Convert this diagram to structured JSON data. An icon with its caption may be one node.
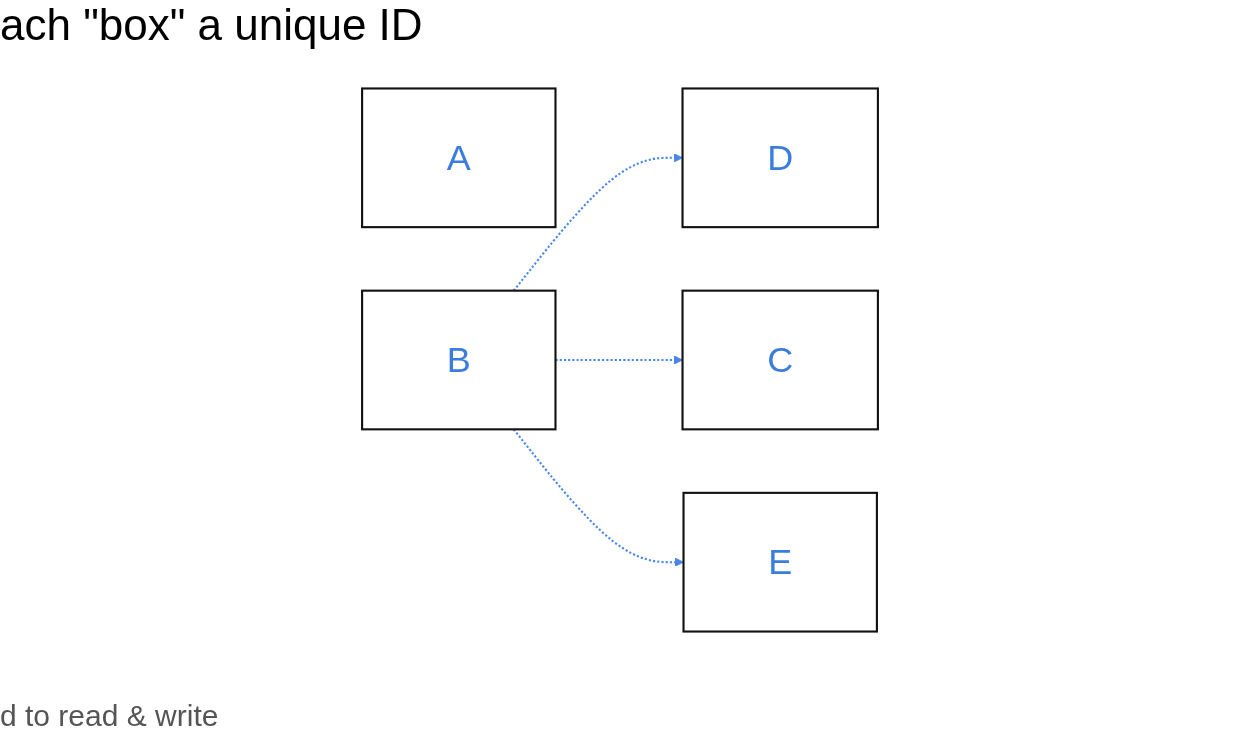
{
  "diagram": {
    "nodes": [
      {
        "text": [
          "A"
        ]
      },
      {
        "text": [
          "B"
        ]
      },
      {
        "text": [
          "C"
        ]
      },
      {
        "text": [
          "D"
        ]
      },
      {
        "text": [
          "E"
        ]
      }
    ],
    "edges": [
      {
        "from": 1,
        "to": 3,
        "arrow": "to",
        "style": "dashed"
      },
      {
        "from": 1,
        "to": 2,
        "arrow": "to",
        "style": "dashed"
      },
      {
        "from": 1,
        "to": 4,
        "arrow": "to",
        "style": "dashed"
      }
    ],
    "labels": [
      "ach \"box\" a unique ID",
      "d to read & write"
    ]
  }
}
